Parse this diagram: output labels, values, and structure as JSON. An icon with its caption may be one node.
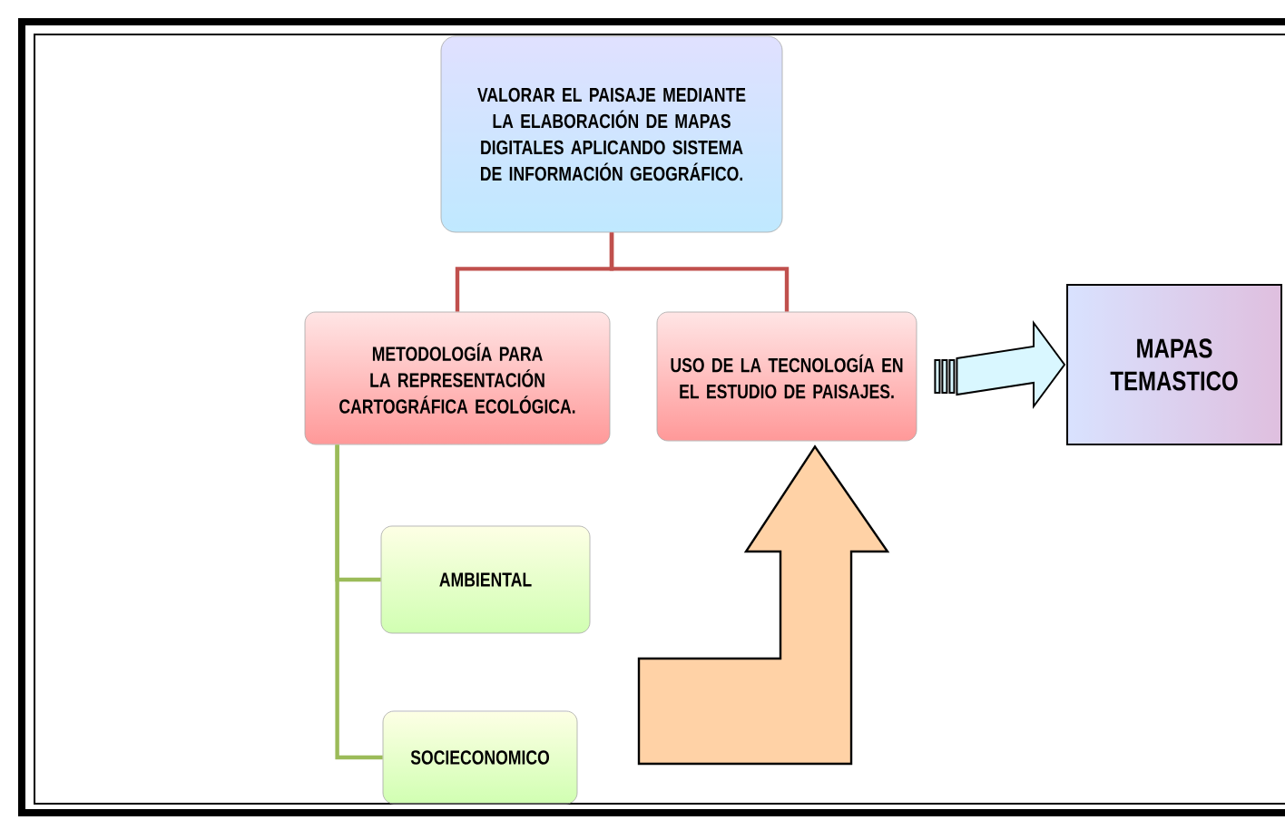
{
  "diagram": {
    "nodes": [
      {
        "text": [
          "VALORAR EL PAISAJE MEDIANTE LA ELABORACIÓN DE MAPAS DIGITALES APLICANDO SISTEMA DE INFORMACIÓN GEOGRÁFICO."
        ]
      },
      {
        "text": [
          "METODOLOGÍA PARA LA REPRESENTACIÓN CARTOGRÁFICA ECOLÓGICA."
        ]
      },
      {
        "text": [
          "USO DE LA TECNOLOGÍA EN EL ESTUDIO DE PAISAJES."
        ]
      },
      {
        "text": [
          "MAPAS TEMASTICO"
        ]
      },
      {
        "text": [
          "AMBIENTAL"
        ]
      },
      {
        "text": [
          "SOCIECONOMICO"
        ]
      }
    ],
    "edges": [
      {
        "from": 0,
        "to": 1,
        "arrow": "none",
        "color": "#c0504d"
      },
      {
        "from": 0,
        "to": 2,
        "arrow": "none",
        "color": "#c0504d"
      },
      {
        "from": 1,
        "to": 4,
        "arrow": "none",
        "color": "#9bbb59"
      },
      {
        "from": 1,
        "to": 5,
        "arrow": "none",
        "color": "#9bbb59"
      },
      {
        "from": 2,
        "to": 3,
        "arrow": "to"
      },
      {
        "from": null,
        "to": 2,
        "arrow": "to"
      }
    ]
  }
}
